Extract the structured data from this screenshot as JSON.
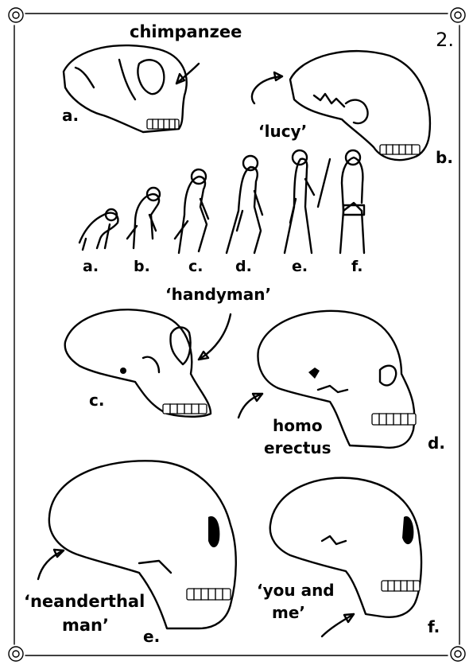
{
  "page": {
    "number": "2."
  },
  "skulls": {
    "a": {
      "name": "chimpanzee",
      "letter": "a."
    },
    "b": {
      "name": "‘lucy’",
      "letter": "b."
    },
    "c": {
      "name": "‘handyman’",
      "letter": "c."
    },
    "d": {
      "name_line1": "homo",
      "name_line2": "erectus",
      "letter": "d."
    },
    "e": {
      "name_line1": "‘neanderthal",
      "name_line2": "man’",
      "letter": "e."
    },
    "f": {
      "name_line1": "‘you and",
      "name_line2": "me’",
      "letter": "f."
    }
  },
  "evolution": {
    "labels": [
      "a.",
      "b.",
      "c.",
      "d.",
      "e.",
      "f."
    ]
  },
  "colors": {
    "ink": "#000000",
    "paper": "#ffffff"
  }
}
